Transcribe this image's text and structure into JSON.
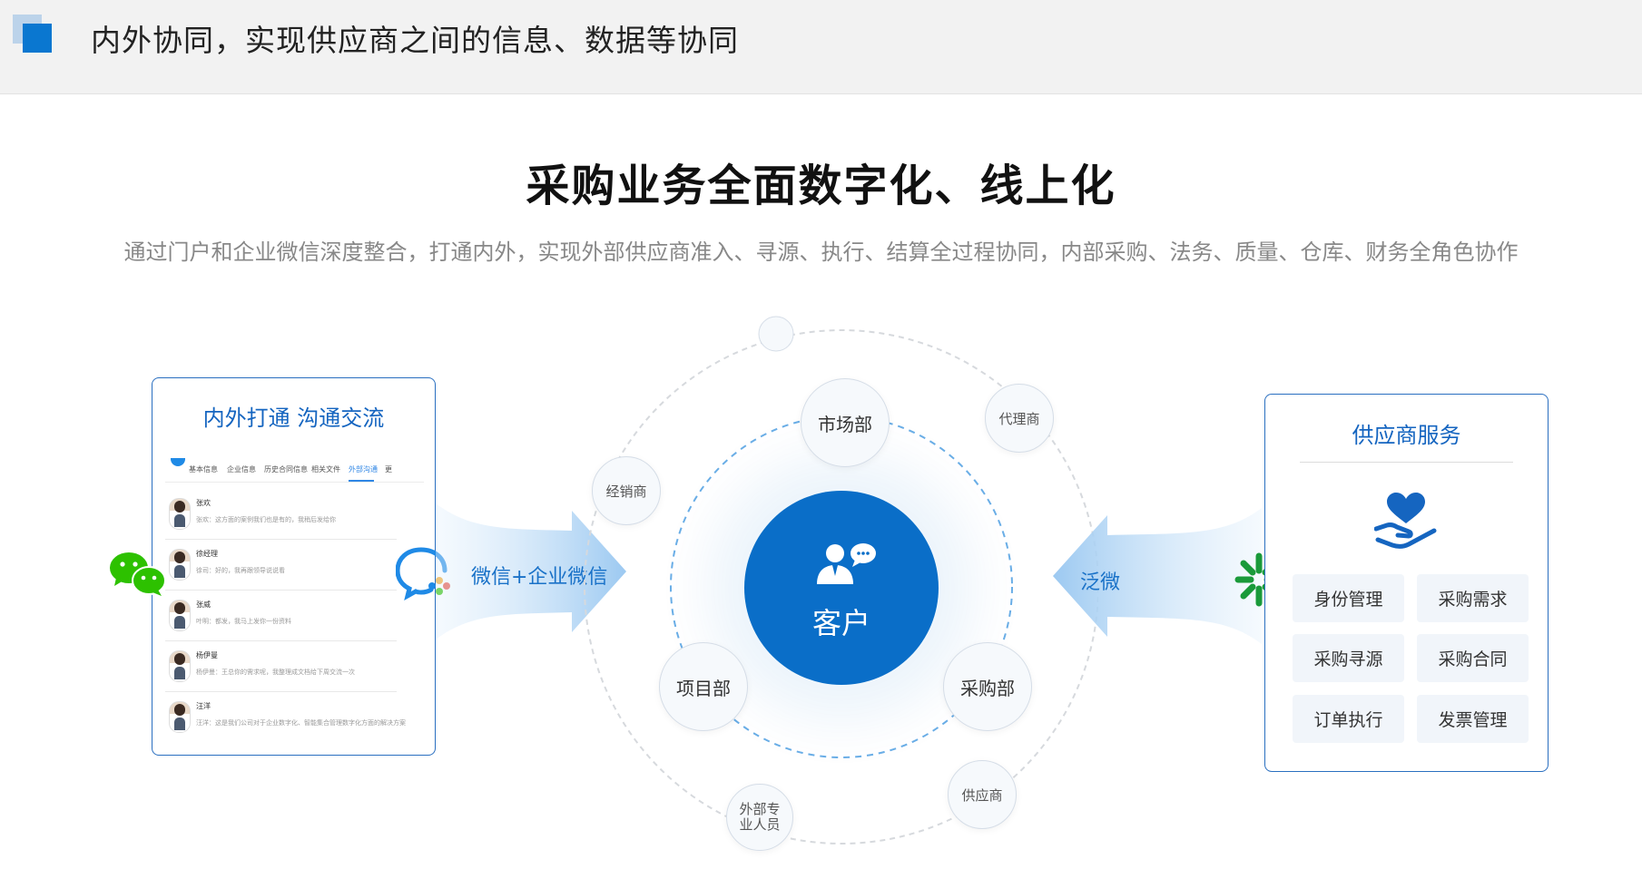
{
  "header": {
    "title": "内外协同，实现供应商之间的信息、数据等协同"
  },
  "main": {
    "headline": "采购业务全面数字化、线上化",
    "subline": "通过门户和企业微信深度整合，打通内外，实现外部供应商准入、寻源、执行、结算全过程协同，内部采购、法务、质量、仓库、财务全角色协作"
  },
  "left_card": {
    "title": "内外打通 沟通交流",
    "tabs": [
      "基本信息",
      "企业信息",
      "历史合同信息",
      "相关文件",
      "外部沟通",
      "更"
    ],
    "chats": [
      {
        "name": "张欢",
        "message": "张欢：这方面的案例我们也是有的，我稍后发给你"
      },
      {
        "name": "徐经理",
        "message": "徐司：好的，我再跟领导说说看"
      },
      {
        "name": "张威",
        "message": "叶明：都发，我马上发你一份资料"
      },
      {
        "name": "杨伊曼",
        "message": "杨伊曼：王总你的需求呢，我整理成文档给下周交流一次"
      },
      {
        "name": "汪洋",
        "message": "汪洋：这是我们公司对于企业数字化、智能集合管理数字化方面的解决方案"
      }
    ]
  },
  "left_arrow_label": "微信+企业微信",
  "right_arrow_label": "泛微",
  "center": {
    "label": "客户",
    "inner_nodes": [
      "市场部",
      "项目部",
      "采购部"
    ],
    "outer_nodes": [
      "代理商",
      "经销商",
      "供应商",
      "外部专业人员"
    ]
  },
  "right_card": {
    "title": "供应商服务",
    "services": [
      "身份管理",
      "采购需求",
      "采购寻源",
      "采购合同",
      "订单执行",
      "发票管理"
    ]
  },
  "icons": {
    "header": "blue-square-icon",
    "wechat": "wechat-icon",
    "enterprise_wechat": "enterprise-wechat-icon",
    "customer": "customer-chat-icon",
    "service": "heart-hand-icon",
    "fanwei": "fanwei-logo-icon"
  },
  "colors": {
    "accent": "#0a6ec8",
    "title_blue": "#1565c0",
    "wechat_green": "#2dc100",
    "fanwei_green": "#1a9a3a"
  }
}
